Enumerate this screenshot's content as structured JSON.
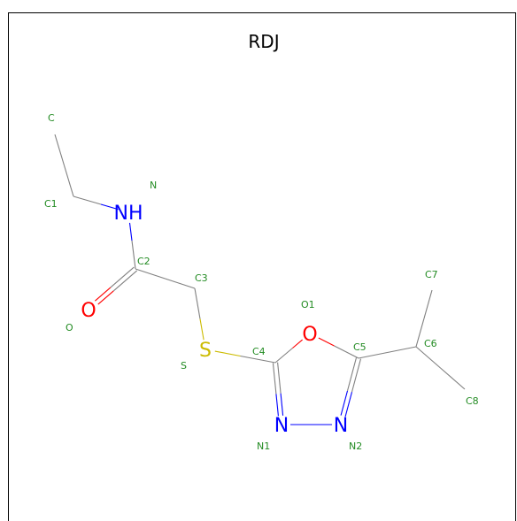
{
  "title": "RDJ",
  "colors": {
    "bond": "#808080",
    "carbon_label": "#228b22",
    "nitrogen": "#0000ff",
    "oxygen": "#ff0000",
    "sulfur": "#ccbb00"
  },
  "atoms": [
    {
      "id": "C",
      "atom_label": "C",
      "element_symbol": "",
      "element": "C"
    },
    {
      "id": "C1",
      "atom_label": "C1",
      "element_symbol": "",
      "element": "C"
    },
    {
      "id": "N",
      "atom_label": "N",
      "element_symbol": "NH",
      "element": "N"
    },
    {
      "id": "C2",
      "atom_label": "C2",
      "element_symbol": "",
      "element": "C"
    },
    {
      "id": "O",
      "atom_label": "O",
      "element_symbol": "O",
      "element": "O"
    },
    {
      "id": "C3",
      "atom_label": "C3",
      "element_symbol": "",
      "element": "C"
    },
    {
      "id": "S",
      "atom_label": "S",
      "element_symbol": "S",
      "element": "S"
    },
    {
      "id": "C4",
      "atom_label": "C4",
      "element_symbol": "",
      "element": "C"
    },
    {
      "id": "O1",
      "atom_label": "O1",
      "element_symbol": "O",
      "element": "O"
    },
    {
      "id": "C5",
      "atom_label": "C5",
      "element_symbol": "",
      "element": "C"
    },
    {
      "id": "N1",
      "atom_label": "N1",
      "element_symbol": "N",
      "element": "N"
    },
    {
      "id": "N2",
      "atom_label": "N2",
      "element_symbol": "N",
      "element": "N"
    },
    {
      "id": "C6",
      "atom_label": "C6",
      "element_symbol": "",
      "element": "C"
    },
    {
      "id": "C7",
      "atom_label": "C7",
      "element_symbol": "",
      "element": "C"
    },
    {
      "id": "C8",
      "atom_label": "C8",
      "element_symbol": "",
      "element": "C"
    }
  ],
  "bonds": [
    {
      "a": "C",
      "b": "C1",
      "order": 1
    },
    {
      "a": "C1",
      "b": "N",
      "order": 1
    },
    {
      "a": "N",
      "b": "C2",
      "order": 1
    },
    {
      "a": "C2",
      "b": "O",
      "order": 2
    },
    {
      "a": "C2",
      "b": "C3",
      "order": 1
    },
    {
      "a": "C3",
      "b": "S",
      "order": 1
    },
    {
      "a": "S",
      "b": "C4",
      "order": 1
    },
    {
      "a": "C4",
      "b": "O1",
      "order": 1
    },
    {
      "a": "O1",
      "b": "C5",
      "order": 1
    },
    {
      "a": "C4",
      "b": "N1",
      "order": 2
    },
    {
      "a": "N1",
      "b": "N2",
      "order": 1
    },
    {
      "a": "N2",
      "b": "C5",
      "order": 2
    },
    {
      "a": "C5",
      "b": "C6",
      "order": 1
    },
    {
      "a": "C6",
      "b": "C7",
      "order": 1
    },
    {
      "a": "C6",
      "b": "C8",
      "order": 1
    }
  ]
}
